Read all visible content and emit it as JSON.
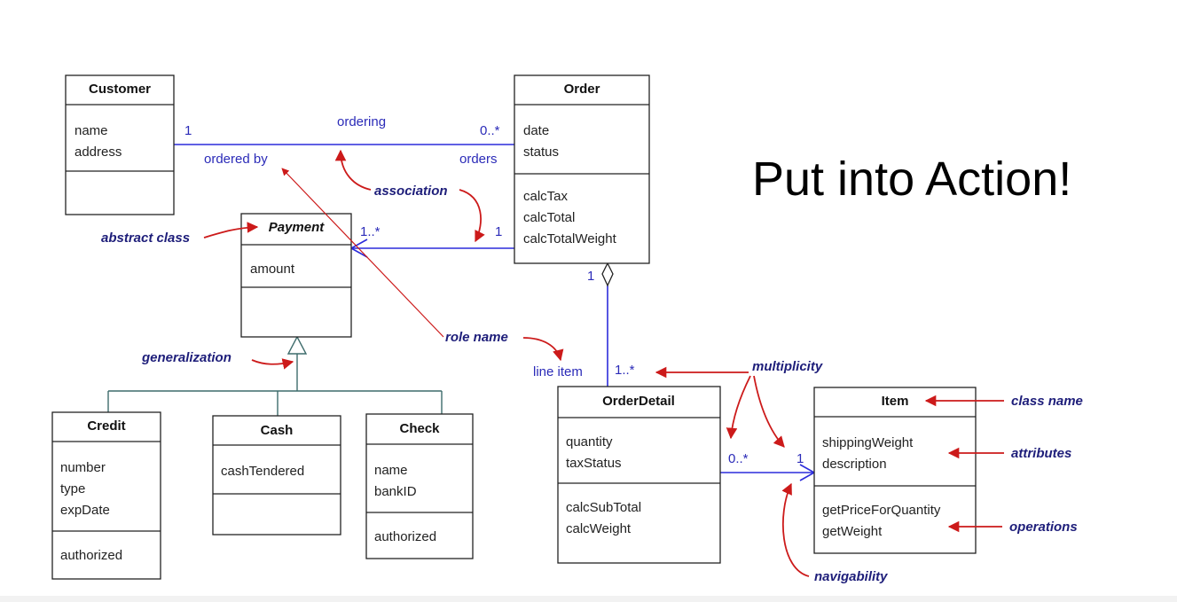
{
  "title": "Put into Action!",
  "classes": {
    "customer": {
      "name": "Customer",
      "attributes": [
        "name",
        "address"
      ],
      "operations": []
    },
    "order": {
      "name": "Order",
      "attributes": [
        "date",
        "status"
      ],
      "operations": [
        "calcTax",
        "calcTotal",
        "calcTotalWeight"
      ]
    },
    "payment": {
      "name": "Payment",
      "attributes": [
        "amount"
      ],
      "operations": []
    },
    "credit": {
      "name": "Credit",
      "attributes": [
        "number",
        "type",
        "expDate"
      ],
      "operations": [
        "authorized"
      ]
    },
    "cash": {
      "name": "Cash",
      "attributes": [
        "cashTendered"
      ],
      "operations": []
    },
    "check": {
      "name": "Check",
      "attributes": [
        "name",
        "bankID"
      ],
      "operations": [
        "authorized"
      ]
    },
    "orderdetail": {
      "name": "OrderDetail",
      "attributes": [
        "quantity",
        "taxStatus"
      ],
      "operations": [
        "calcSubTotal",
        "calcWeight"
      ]
    },
    "item": {
      "name": "Item",
      "attributes": [
        "shippingWeight",
        "description"
      ],
      "operations": [
        "getPriceForQuantity",
        "getWeight"
      ]
    }
  },
  "labels": {
    "ordering": "ordering",
    "ordered_by": "ordered by",
    "orders": "orders",
    "mult_customer": "1",
    "mult_order": "0..*",
    "mult_payment": "1..*",
    "mult_order_pay": "1",
    "mult_order_detail": "1",
    "line_item": "line item",
    "mult_line": "1..*",
    "mult_detail_item": "0..*",
    "mult_item": "1"
  },
  "annotations": {
    "association": "association",
    "abstract_class": "abstract class",
    "generalization": "generalization",
    "role_name": "role name",
    "multiplicity": "multiplicity",
    "class_name": "class name",
    "attributes": "attributes",
    "operations": "operations",
    "navigability": "navigability"
  },
  "colors": {
    "association": "#2b2bdb",
    "annotation_arrow": "#cc1a1a",
    "annotation_text": "#1e1e7a",
    "class_border": "#222222",
    "generalization": "#3d6b6b"
  }
}
